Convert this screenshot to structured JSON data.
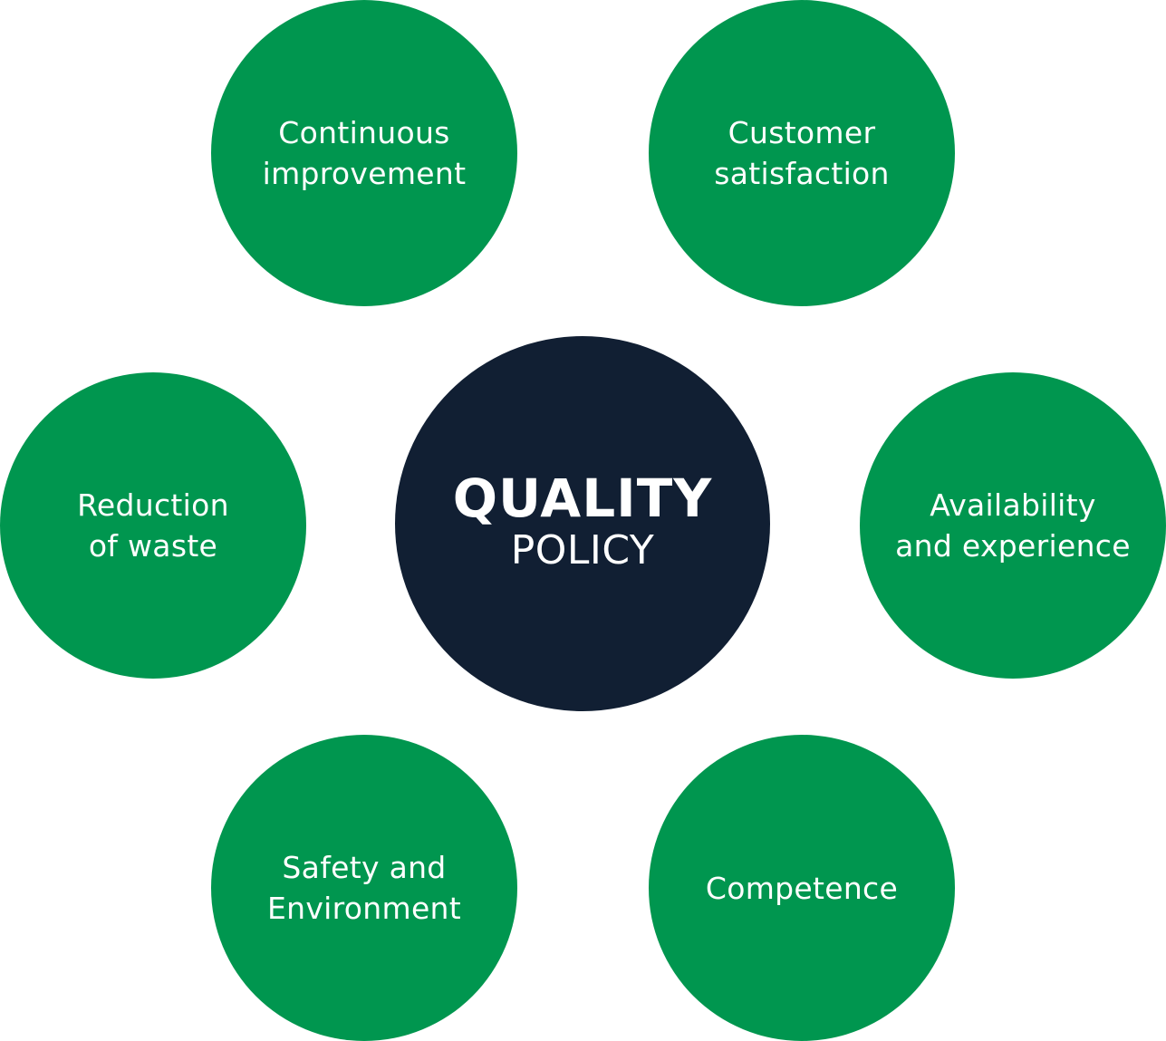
{
  "colors": {
    "green": "#00964f",
    "navy": "#111f33",
    "text": "#ffffff",
    "background": "#ffffff"
  },
  "center": {
    "title": "QUALITY",
    "subtitle": "POLICY"
  },
  "pillars": [
    {
      "id": "top-left",
      "line1": "Continuous",
      "line2": "improvement"
    },
    {
      "id": "top-right",
      "line1": "Customer",
      "line2": "satisfaction"
    },
    {
      "id": "mid-left",
      "line1": "Reduction",
      "line2": "of waste"
    },
    {
      "id": "mid-right",
      "line1": "Availability",
      "line2": "and experience"
    },
    {
      "id": "bot-left",
      "line1": "Safety and",
      "line2": "Environment"
    },
    {
      "id": "bot-right",
      "line1": "Competence",
      "line2": ""
    }
  ]
}
